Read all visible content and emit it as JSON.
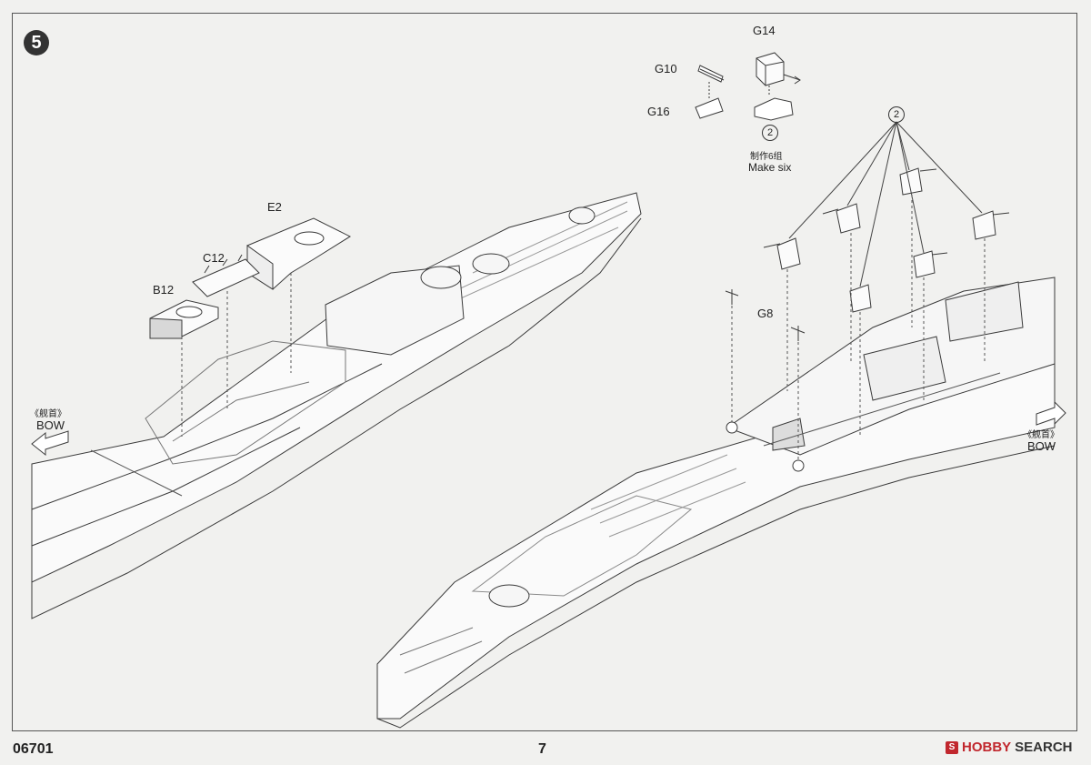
{
  "step": {
    "number": "5"
  },
  "parts": {
    "e2": "E2",
    "c12": "C12",
    "b12": "B12",
    "g14": "G14",
    "g10": "G10",
    "g16": "G16",
    "g8": "G8"
  },
  "subassembly": {
    "qty_marker": "2",
    "make_cn": "制作6组",
    "make_en": "Make six"
  },
  "turret_callout": {
    "qty_marker": "2"
  },
  "bow_left": {
    "cn": "《舰首》",
    "en": "BOW"
  },
  "bow_right": {
    "cn": "《舰首》",
    "en": "BOW"
  },
  "footer": {
    "product_code": "06701",
    "page_number": "7",
    "logo_hobby": "HOBBY",
    "logo_search": "SEARCH"
  },
  "colors": {
    "line": "#3a3a3a",
    "paper": "#f1f1ef",
    "logo_red": "#c1272d"
  }
}
